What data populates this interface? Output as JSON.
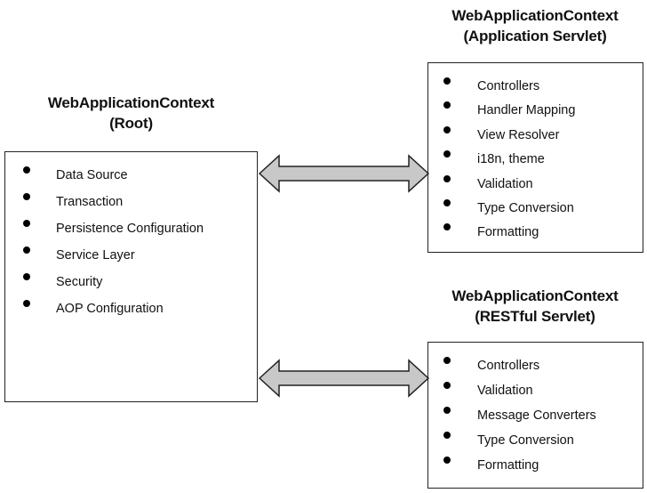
{
  "root": {
    "title_line1": "WebApplicationContext",
    "title_line2": "(Root)",
    "items": [
      "Data Source",
      "Transaction",
      "Persistence Configuration",
      "Service Layer",
      "Security",
      "AOP Configuration"
    ]
  },
  "app_servlet": {
    "title_line1": "WebApplicationContext",
    "title_line2": "(Application Servlet)",
    "items": [
      "Controllers",
      "Handler Mapping",
      "View Resolver",
      "i18n, theme",
      "Validation",
      "Type Conversion",
      "Formatting"
    ]
  },
  "rest_servlet": {
    "title_line1": "WebApplicationContext",
    "title_line2": "(RESTful Servlet)",
    "items": [
      "Controllers",
      "Validation",
      "Message Converters",
      "Type Conversion",
      "Formatting"
    ]
  },
  "colors": {
    "arrow_fill": "#c8c8c8",
    "arrow_stroke": "#222222",
    "text": "#111111"
  }
}
